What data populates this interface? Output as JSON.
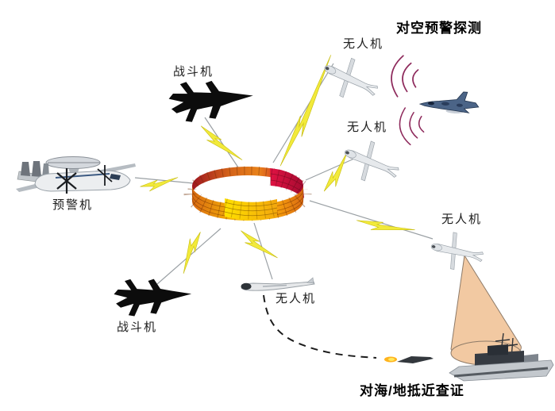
{
  "diagram": {
    "titles": {
      "air_warning": "对空预警探测",
      "sea_ground_verification": "对海/地抵近查证"
    },
    "nodes": {
      "awacs": {
        "label": "预警机",
        "icon": "awacs-aircraft-icon"
      },
      "fighter_top": {
        "label": "战斗机",
        "icon": "fighter-jet-icon"
      },
      "fighter_bottom": {
        "label": "战斗机",
        "icon": "fighter-jet-icon"
      },
      "uav_top": {
        "label": "无人机",
        "icon": "uav-icon"
      },
      "uav_mid": {
        "label": "无人机",
        "icon": "uav-icon"
      },
      "uav_right": {
        "label": "无人机",
        "icon": "uav-icon"
      },
      "uav_bottom": {
        "label": "无人机",
        "icon": "uav-icon"
      }
    },
    "center": {
      "icon": "phased-array-ring-icon"
    },
    "other_icons": [
      "lightning-bolt-icon",
      "radar-waves-icon",
      "enemy-fighter-icon",
      "sensor-cone-icon",
      "destroyer-ship-icon",
      "missile-icon",
      "dashed-flightpath"
    ],
    "colors": {
      "background": "#ffffff",
      "bolt_yellow": "#f2ea3a",
      "ring_red": "#c40f3a",
      "ring_orange": "#e8821a",
      "ring_yellow": "#ffd900",
      "cone_tan": "#f2c9a2",
      "radar_wave_purple": "#8e2a5c",
      "ray_gray": "#9aa0a4"
    }
  }
}
